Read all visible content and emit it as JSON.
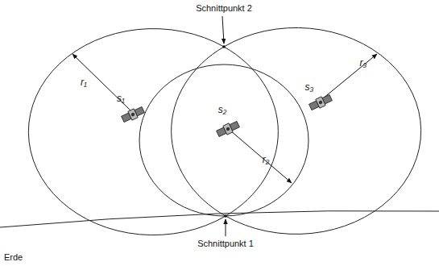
{
  "diagram": {
    "labels": [
      "Schnittpunkt 2",
      "r₁",
      "s₁",
      "s₂",
      "r₂",
      "s₃",
      "r₃",
      "Schnittpunkt 1",
      "Erde"
    ]
  }
}
